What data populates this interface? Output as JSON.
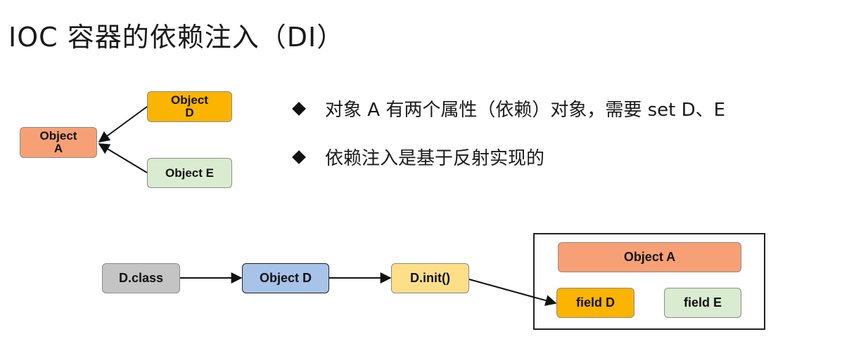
{
  "title": "IOC 容器的依赖注入（DI）",
  "top_diagram": {
    "object_a": {
      "label": "Object\nA",
      "color": "#f8a075"
    },
    "object_d": {
      "label": "Object\nD",
      "color": "#fbb400"
    },
    "object_e": {
      "label": "Object E",
      "color": "#d9eccf"
    }
  },
  "bullets": [
    "对象 A 有两个属性（依赖）对象，需要 set D、E",
    "依赖注入是基于反射实现的"
  ],
  "flow": {
    "d_class": {
      "label": "D.class",
      "color": "#c4c4c4"
    },
    "object_d": {
      "label": "Object D",
      "color": "#a8c3e8"
    },
    "d_init": {
      "label": "D.init()",
      "color": "#fddf8a"
    }
  },
  "container": {
    "object_a": {
      "label": "Object A",
      "color": "#f8a075"
    },
    "field_d": {
      "label": "field D",
      "color": "#fbb400"
    },
    "field_e": {
      "label": "field E",
      "color": "#d9eccf"
    }
  }
}
